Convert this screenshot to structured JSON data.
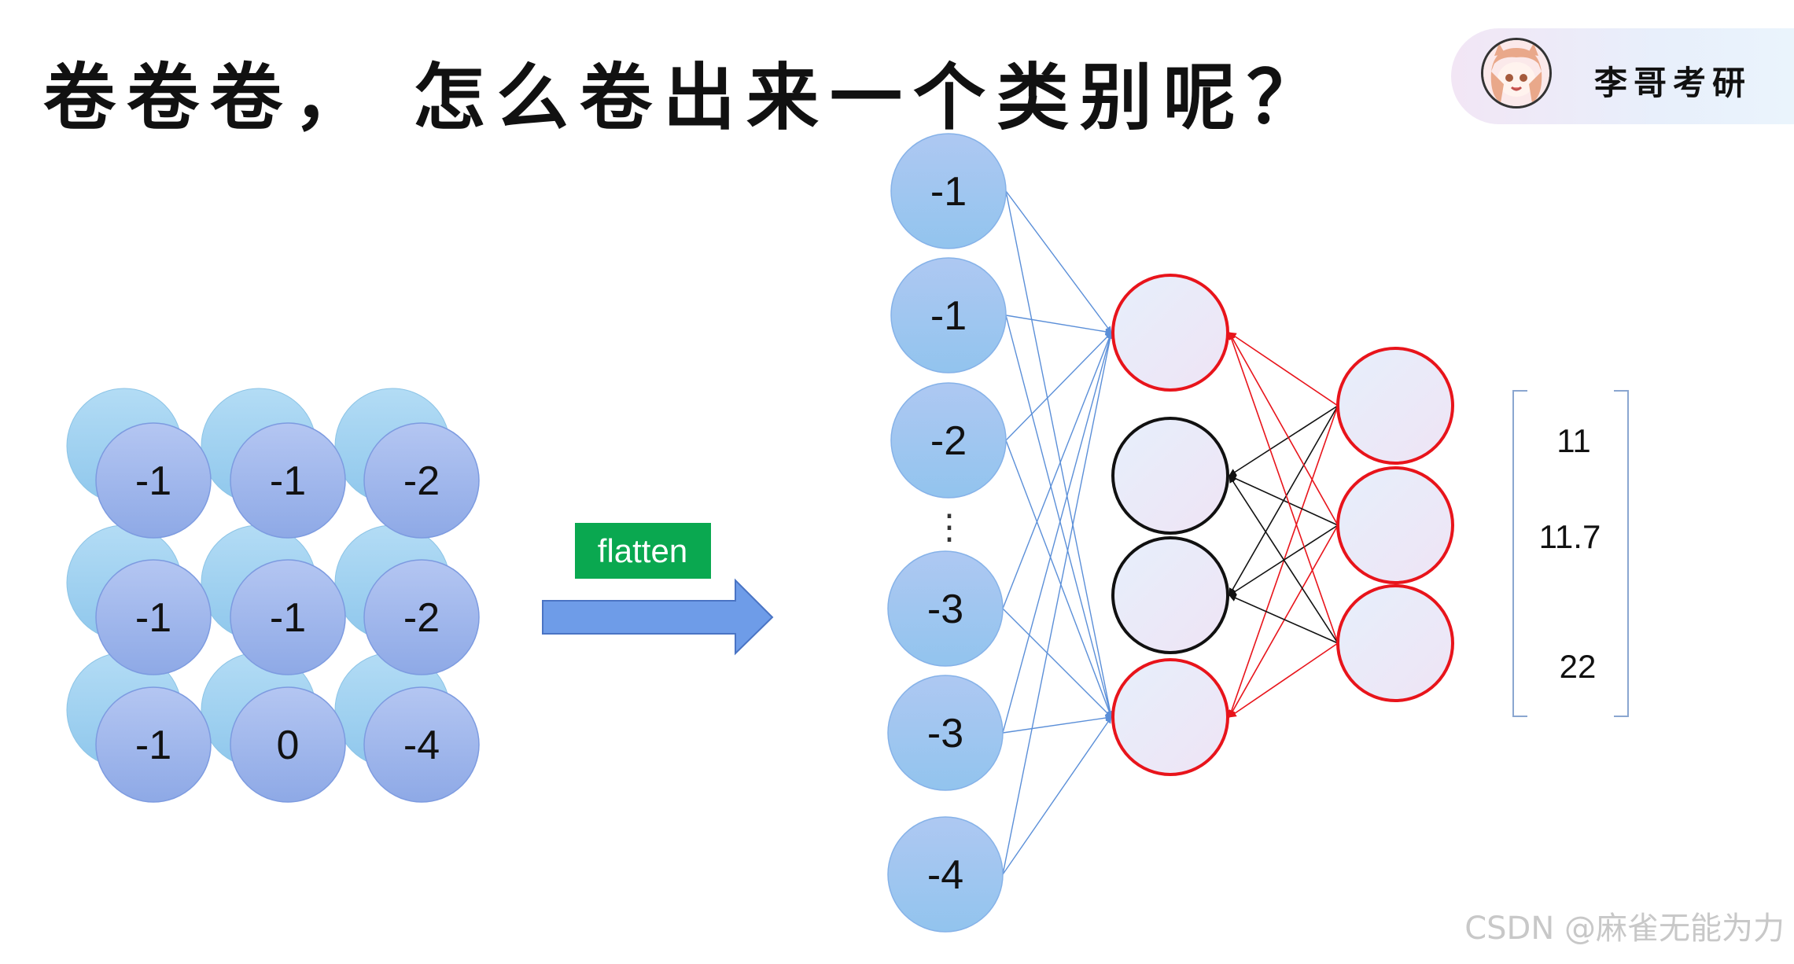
{
  "title": "卷卷卷， 怎么卷出来一个类别呢？",
  "badge": {
    "name": "李哥考研"
  },
  "grid": {
    "values": [
      "-1",
      "-1",
      "-2",
      "-1",
      "-1",
      "-2",
      "-1",
      "0",
      "-4"
    ]
  },
  "arrow": {
    "label": "flatten"
  },
  "flattened": {
    "values": [
      "-1",
      "-1",
      "-2",
      "-3",
      "-3",
      "-4"
    ],
    "ellipsis": "⋮"
  },
  "output_vector": {
    "values": [
      "11",
      "11.7",
      "22"
    ]
  },
  "watermark": "CSDN @麻雀无能为力",
  "colors": {
    "node_fill": "#9db4ec",
    "shadow_fill": "#9fd1ef",
    "hidden_red": "#e8141b",
    "hidden_black": "#111111",
    "arrow_fill": "#6e9ce8",
    "flatten_bg": "#0aa850",
    "edge_blue": "#5b8fd8"
  }
}
